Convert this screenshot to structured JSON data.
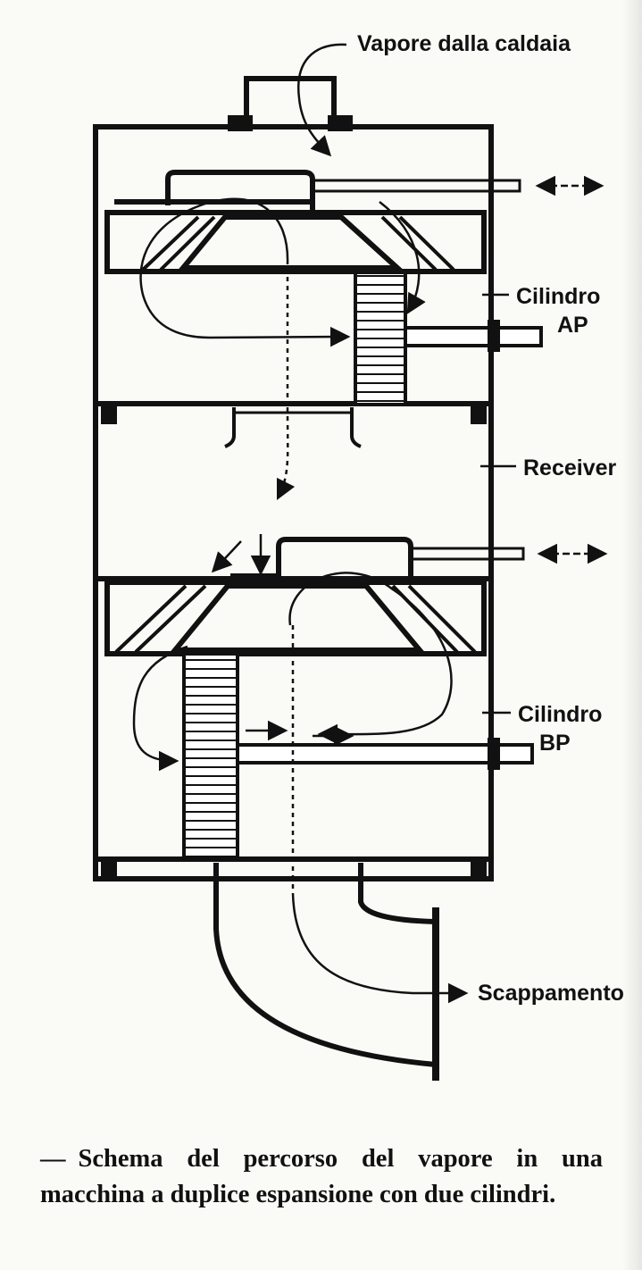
{
  "labels": {
    "steam_in": "Vapore dalla caldaia",
    "hp_cylinder_line1": "Cilindro",
    "hp_cylinder_line2": "AP",
    "receiver": "Receiver",
    "lp_cylinder_line1": "Cilindro",
    "lp_cylinder_line2": "BP",
    "exhaust": "Scappamento"
  },
  "caption": {
    "dash": "—",
    "text": "Schema del percorso del vapore in una macchina a duplice espansione con due cilindri."
  },
  "colors": {
    "ink": "#111111",
    "paper": "#fafaf7"
  }
}
